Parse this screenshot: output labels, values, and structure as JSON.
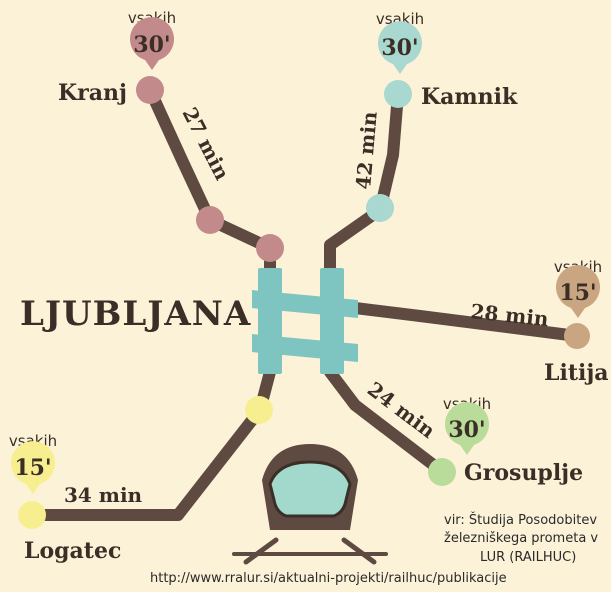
{
  "hub": {
    "name": "LJUBLJANA"
  },
  "lines": [
    {
      "id": "kranj",
      "city": "Kranj",
      "duration": "27 min",
      "frequency_label": "vsakih",
      "frequency": "30'",
      "color": "#c28a8a"
    },
    {
      "id": "kamnik",
      "city": "Kamnik",
      "duration": "42 min",
      "frequency_label": "vsakih",
      "frequency": "30'",
      "color": "#a8d8cf"
    },
    {
      "id": "litija",
      "city": "Litija",
      "duration": "28 min",
      "frequency_label": "vsakih",
      "frequency": "15'",
      "color": "#c9a582"
    },
    {
      "id": "grosuplje",
      "city": "Grosuplje",
      "duration": "24 min",
      "frequency_label": "vsakih",
      "frequency": "30'",
      "color": "#b9dc9a"
    },
    {
      "id": "logatec",
      "city": "Logatec",
      "duration": "34 min",
      "frequency_label": "vsakih",
      "frequency": "15'",
      "color": "#f7ef8f"
    }
  ],
  "source": {
    "line1": "vir: Študija Posodobitev",
    "line2": "železniškega prometa v",
    "line3": "LUR (RAILHUC)",
    "line4": "http://www.rralur.si/aktualni-projekti/railhuc/publikacije"
  },
  "colors": {
    "track": "#5e4a40",
    "hub": "#7ec4c1",
    "text": "#3a2e26",
    "train_window": "#a3d9cc"
  }
}
